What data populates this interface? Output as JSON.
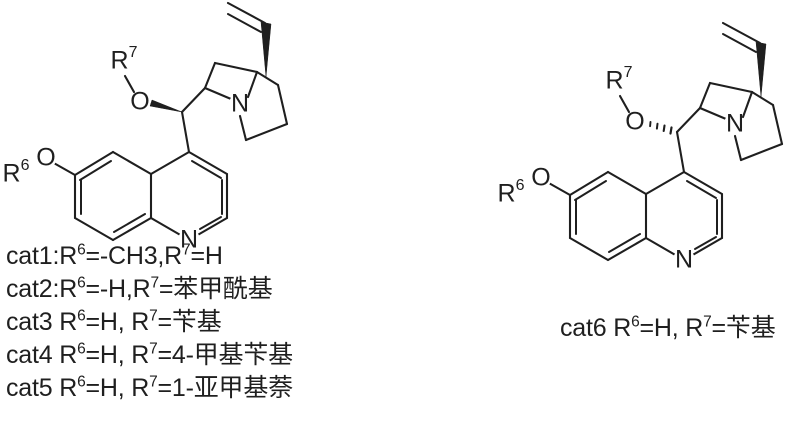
{
  "figure": {
    "title": "Cinchona alkaloid catalyst structures cat1-cat6",
    "background_color": "#ffffff",
    "line_color": "#1f1f1f"
  },
  "structures": [
    {
      "id": "left-structure",
      "name": "cinchona-alkaloid-scaffold-solid-wedge",
      "stereo_bond": "solid-wedge",
      "atom_labels": {
        "quinoline_nitrogen": "N",
        "quinuclidine_nitrogen": "N",
        "ether_oxygen_r7": "O",
        "ether_oxygen_r6": "O"
      },
      "rgroups": {
        "r6": "R",
        "r6_sup": "6",
        "r7": "R",
        "r7_sup": "7"
      }
    },
    {
      "id": "right-structure",
      "name": "cinchona-alkaloid-scaffold-hashed-wedge",
      "stereo_bond": "hashed-wedge",
      "atom_labels": {
        "quinoline_nitrogen": "N",
        "quinuclidine_nitrogen": "N",
        "ether_oxygen_r7": "O",
        "ether_oxygen_r6": "O"
      },
      "rgroups": {
        "r6": "R",
        "r6_sup": "6",
        "r7": "R",
        "r7_sup": "7"
      }
    }
  ],
  "legend_left": {
    "lines": [
      "cat1:R<sup>6</sup>=-CH3,R<sup>7</sup>=H",
      "cat2:R<sup>6</sup>=-H,R<sup>7</sup>=苯甲酰基",
      "cat3 R<sup>6</sup>=H, R<sup>7</sup>=苄基",
      "cat4 R<sup>6</sup>=H, R<sup>7</sup>=4-甲基苄基",
      "cat5 R<sup>6</sup>=H, R<sup>7</sup>=1-亚甲基萘"
    ]
  },
  "legend_right": {
    "lines": [
      "cat6 R<sup>6</sup>=H, R<sup>7</sup>=苄基"
    ]
  }
}
